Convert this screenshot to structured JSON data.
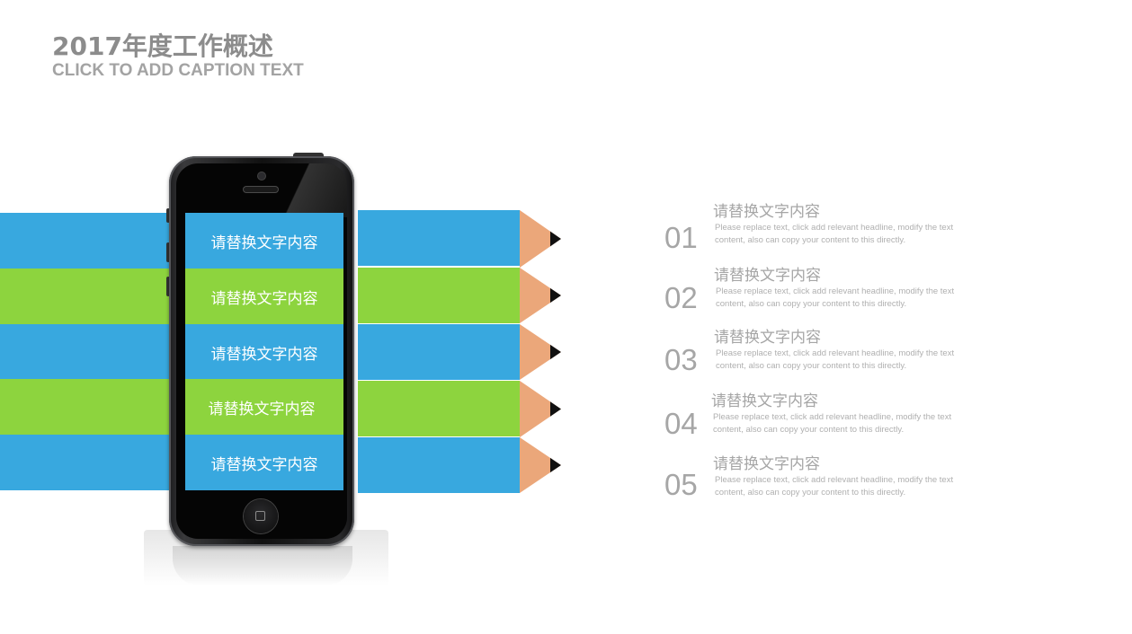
{
  "header": {
    "title": "2017年度工作概述",
    "subtitle": "CLICK TO ADD CAPTION TEXT"
  },
  "colors": {
    "blue": "#38a8df",
    "green": "#8dd43e",
    "pencil_wood": "#eba77a",
    "pencil_lead": "#111111",
    "text_gray": "#a6a6a6"
  },
  "bands": [
    {
      "label": "请替换文字内容",
      "color": "blue"
    },
    {
      "label": "请替换文字内容",
      "color": "green"
    },
    {
      "label": "请替换文字内容",
      "color": "blue"
    },
    {
      "label": "请替换文字内容",
      "color": "green"
    },
    {
      "label": "请替换文字内容",
      "color": "blue"
    }
  ],
  "items": [
    {
      "number": "01",
      "heading": "请替换文字内容",
      "body": "Please replace text, click add relevant headline, modify the text content, also can copy your content to this directly."
    },
    {
      "number": "02",
      "heading": "请替换文字内容",
      "body": "Please replace text, click add relevant headline, modify the text content, also can copy your content to this directly."
    },
    {
      "number": "03",
      "heading": "请替换文字内容",
      "body": "Please replace text, click add relevant headline, modify the text content, also can copy your content to this directly."
    },
    {
      "number": "04",
      "heading": "请替换文字内容",
      "body": "Please replace text, click add relevant headline, modify the text content, also can copy your content to this directly."
    },
    {
      "number": "05",
      "heading": "请替换文字内容",
      "body": "Please replace text, click add relevant headline, modify the text content, also can copy your content to this directly."
    }
  ]
}
